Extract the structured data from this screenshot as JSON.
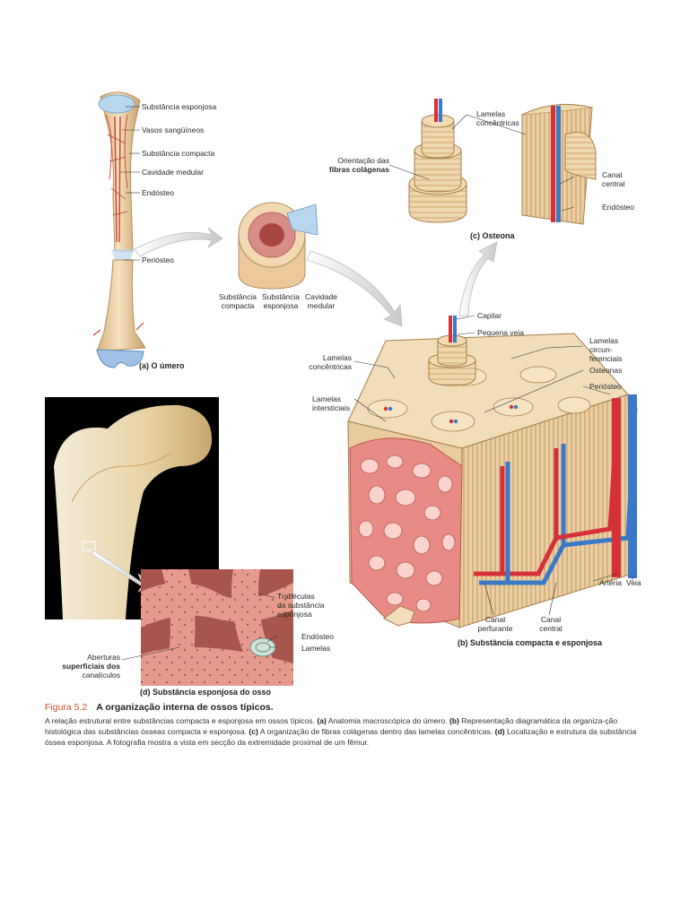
{
  "panels": {
    "a": {
      "title": "(a) O úmero",
      "labels": {
        "spongy": "Substância esponjosa",
        "vessels": "Vasos sangüíneos",
        "compact": "Substância compacta",
        "cavity": "Cavidade medular",
        "endosteum": "Endósteo",
        "periosteum": "Periósteo"
      },
      "section_labels": {
        "compact_l1": "Substância",
        "compact_l2": "compacta",
        "spongy_l1": "Substância",
        "spongy_l2": "esponjosa",
        "cavity_l1": "Cavidade",
        "cavity_l2": "medular"
      }
    },
    "b": {
      "title": "(b) Substância compacta e esponjosa",
      "labels": {
        "capillary": "Capilar",
        "small_vein": "Pequena veia",
        "circ_l1": "Lamelas",
        "circ_l2": "circun-",
        "circ_l3": "ferenciais",
        "osteons": "Osteonas",
        "periosteum": "Periósteo",
        "conc_l1": "Lamelas",
        "conc_l2": "concêntricas",
        "inter_l1": "Lamelas",
        "inter_l2": "intersticiais",
        "artery": "Artéria",
        "vein": "Veia",
        "perf_l1": "Canal",
        "perf_l2": "perfurante",
        "central_l1": "Canal",
        "central_l2": "central"
      }
    },
    "c": {
      "title": "(c) Osteona",
      "labels": {
        "conc_l1": "Lamelas",
        "conc_l2": "concêntricas",
        "fibers_l1": "Orientação das",
        "fibers_l2": "fibras colágenas",
        "canal_l1": "Canal",
        "canal_l2": "central",
        "endosteum": "Endósteo"
      }
    },
    "d": {
      "title": "(d) Substância esponjosa do osso",
      "labels": {
        "trab_l1": "Trabéculas",
        "trab_l2": "da substância",
        "trab_l3": "esponjosa",
        "endosteum": "Endósteo",
        "lamellae": "Lamelas",
        "open_l1": "Aberturas",
        "open_l2": "superficiais dos",
        "open_l3": "canalículos"
      }
    }
  },
  "caption": {
    "number": "Figura 5.2",
    "title": "A organização interna de ossos típicos.",
    "s1": "A relação estrutural entre substâncias compacta e esponjosa em ossos típicos. ",
    "a_tag": "(a)",
    "a_text": " Anatomia macroscópica do úmero. ",
    "b_tag": "(b)",
    "b_text": " Representação diagramática da organiza-ção histológica das substâncias ósseas compacta e esponjosa. ",
    "c_tag": "(c)",
    "c_text": " A organização de fibras colágenas dentro das lamelas concêntricas. ",
    "d_tag": "(d)",
    "d_text": " Localização e estrutura da substância óssea esponjosa. A fotografia mostra a vista em secção da extremidade proximal de um fêmur."
  },
  "colors": {
    "bone": "#efd3a6",
    "bone_dark": "#c99a63",
    "marrow": "#c8605a",
    "spongy": "#f08f8a",
    "artery": "#d6303a",
    "vein": "#3a78c8",
    "photo_bg": "#000000",
    "caption_accent": "#d2502a"
  }
}
